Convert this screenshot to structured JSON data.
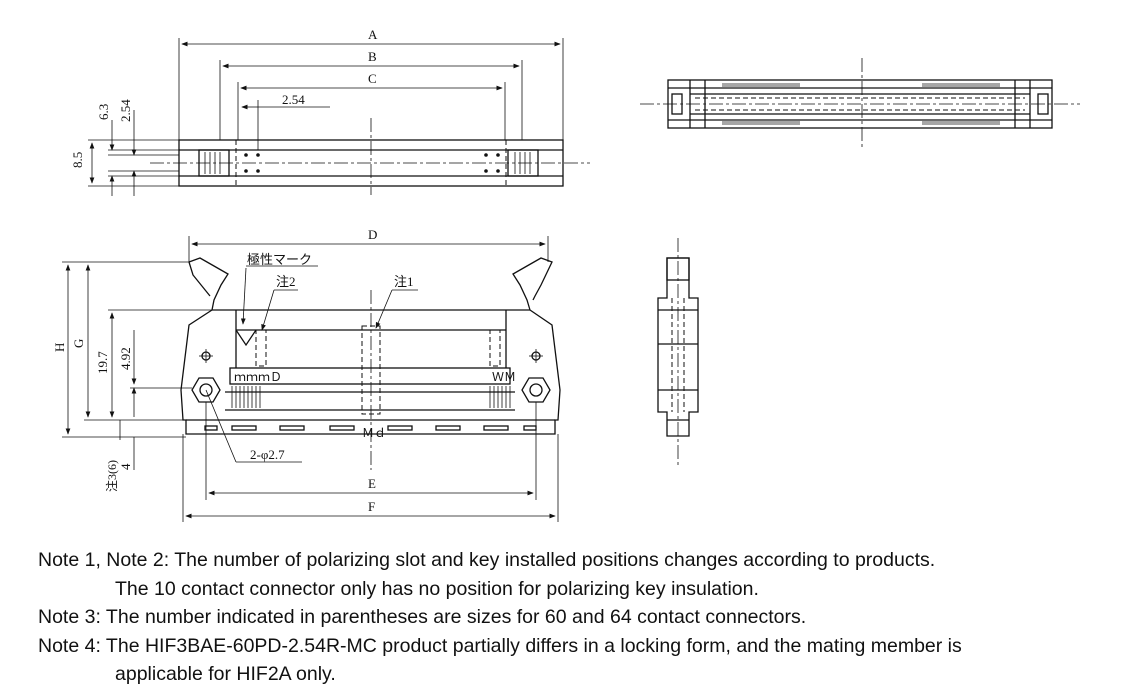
{
  "dimensions": {
    "A": "A",
    "B": "B",
    "C": "C",
    "D": "D",
    "E": "E",
    "F": "F",
    "G": "G",
    "H": "H",
    "pitch": "2.54",
    "d63": "6.3",
    "d254v": "2.54",
    "d85": "8.5",
    "d197": "19.7",
    "d492": "4.92",
    "d4": "4",
    "note3dim": "注3(6)",
    "holes": "2-φ2.7"
  },
  "callouts": {
    "polarity_mark": "極性マーク",
    "note2": "注2",
    "note1": "注1"
  },
  "part_marks": {
    "pin_label_left": "ｍｍｍＤ",
    "pin_label_right": "ＷＭ",
    "center_mark": "Ｍｄ"
  },
  "notes": [
    "Note 1, Note 2: The number of polarizing slot and key installed positions changes according to products.",
    "The 10 contact connector only has no position for polarizing key insulation.",
    "Note 3: The number indicated in parentheses are sizes for 60 and 64 contact connectors.",
    "Note 4: The HIF3BAE-60PD-2.54R-MC product partially differs in a locking form, and the mating member is",
    "applicable for HIF2A only."
  ]
}
